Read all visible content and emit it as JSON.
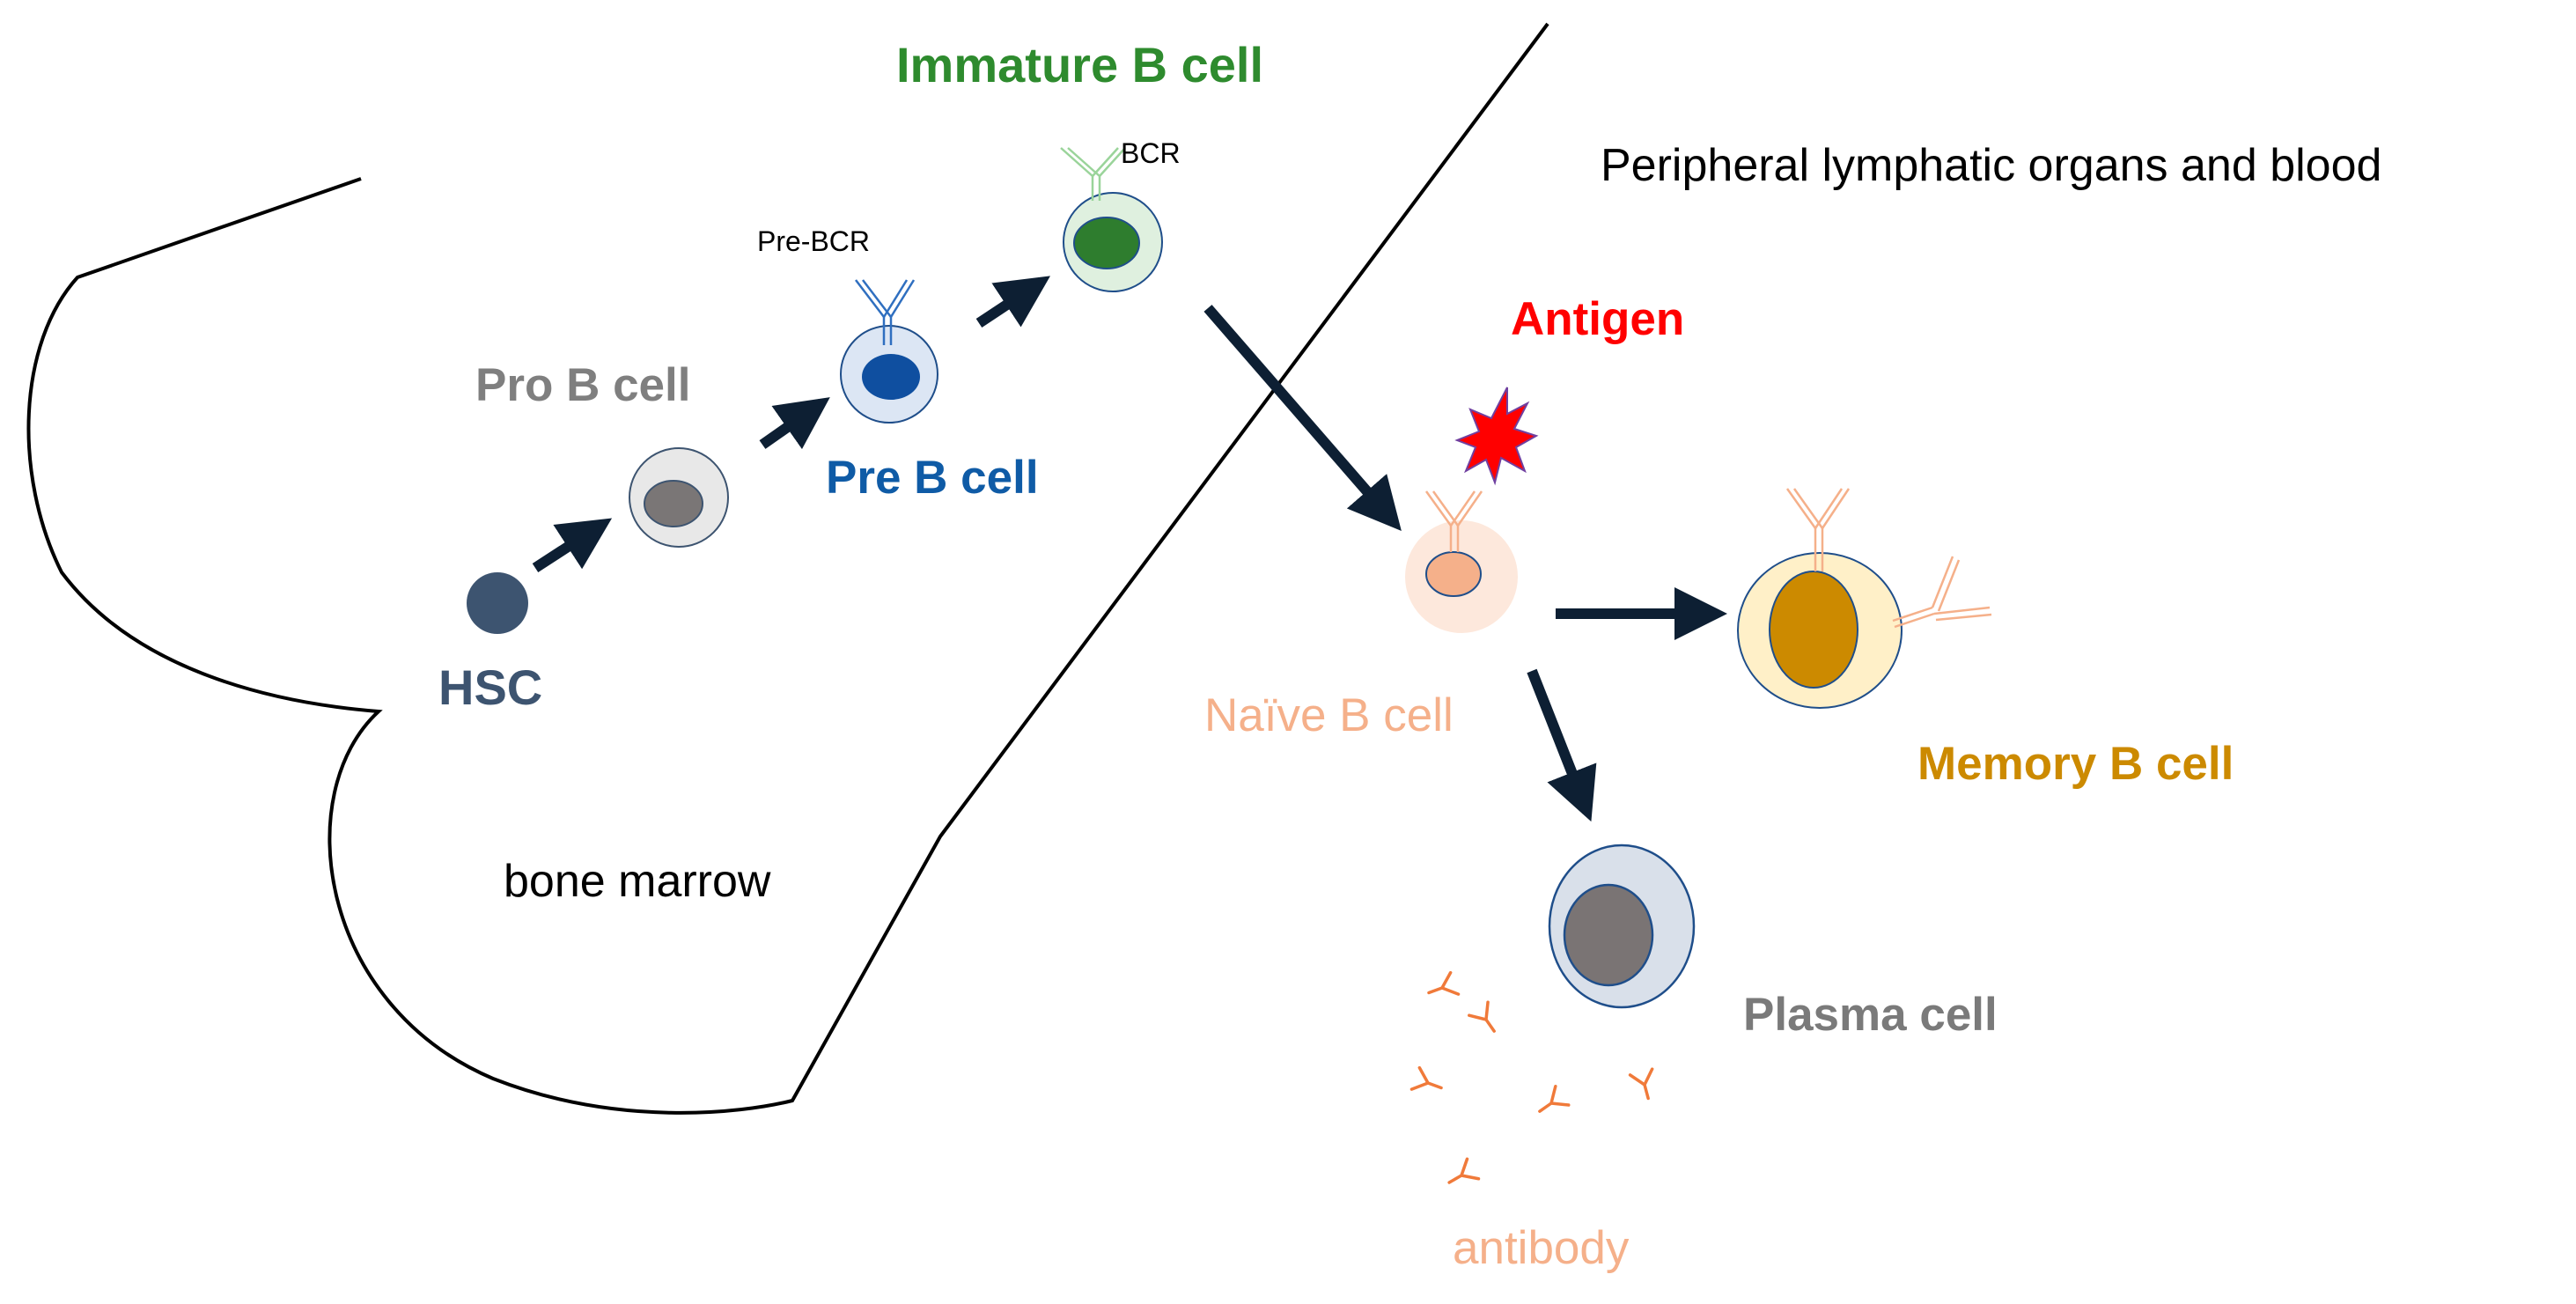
{
  "labels": {
    "immature": "Immature B cell",
    "bcr": "BCR",
    "pre_bcr": "Pre-BCR",
    "pro_b": "Pro B cell",
    "pre_b": "Pre B cell",
    "hsc": "HSC",
    "bone_marrow": "bone marrow",
    "peripheral": "Peripheral lymphatic organs and blood",
    "antigen": "Antigen",
    "naive": "Naïve B cell",
    "memory": "Memory B cell",
    "plasma": "Plasma cell",
    "antibody": "antibody"
  },
  "colors": {
    "hsc": "#3d5470",
    "pro": "#7f7f7f",
    "pre": "#0f5ba6",
    "immature": "#2e8b2e",
    "naive": "#f5b08a",
    "memory": "#cc8a00",
    "plasma": "#7a7a7a",
    "antigen": "#ff0000",
    "antibody": "#f07a3a",
    "arrow": "#0d1f33"
  }
}
